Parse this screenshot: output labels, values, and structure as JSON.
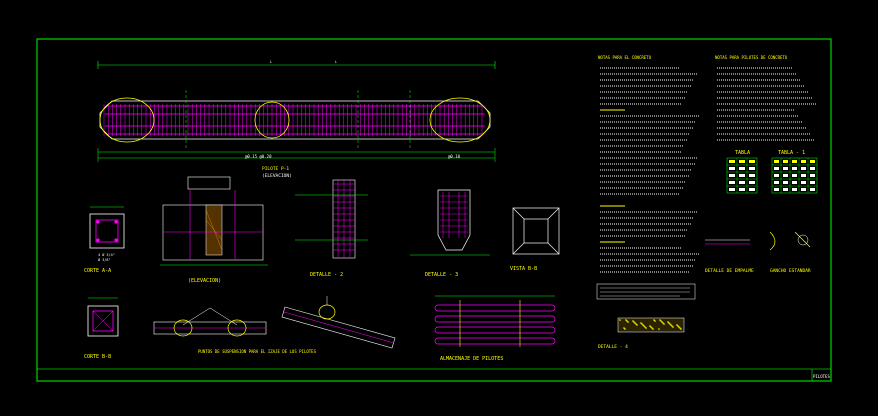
{
  "colors": {
    "background": "#000000",
    "border": "#00ff00",
    "rebar": "#ff00ff",
    "outline": "#ffffff",
    "detail_line": "#ffff00",
    "dimension": "#00ff00",
    "label": "#ff0000",
    "note": "#00ffff"
  },
  "labels": {
    "elevation_title": "PILOTE P-1",
    "elevation_subtitle": "(ELEVACION)",
    "corte_aa": "CORTE A-A",
    "elevacion": "(ELEVACION)",
    "detalle_2": "DETALLE - 2",
    "detalle_3": "DETALLE - 3",
    "vista_bb": "VISTA B-B",
    "corte_bb": "CORTE B-B",
    "suspension": "PUNTOS DE SUSPENSION PARA EL IZAJE DE LOS PILOTES",
    "almacenaje": "ALMACENAJE DE PILOTES",
    "detalle_4": "DETALLE - 4",
    "detalle_empalme": "DETALLE DE EMPALME",
    "gancho_estandar": "GANCHO ESTANDAR",
    "tabla": "TABLA",
    "tabla_1": "TABLA - 1",
    "notas_1": "NOTAS PARA EL CONCRETO",
    "notas_2": "NOTAS PARA PILOTES DE CONCRETO",
    "title_block": "PILOTES"
  }
}
